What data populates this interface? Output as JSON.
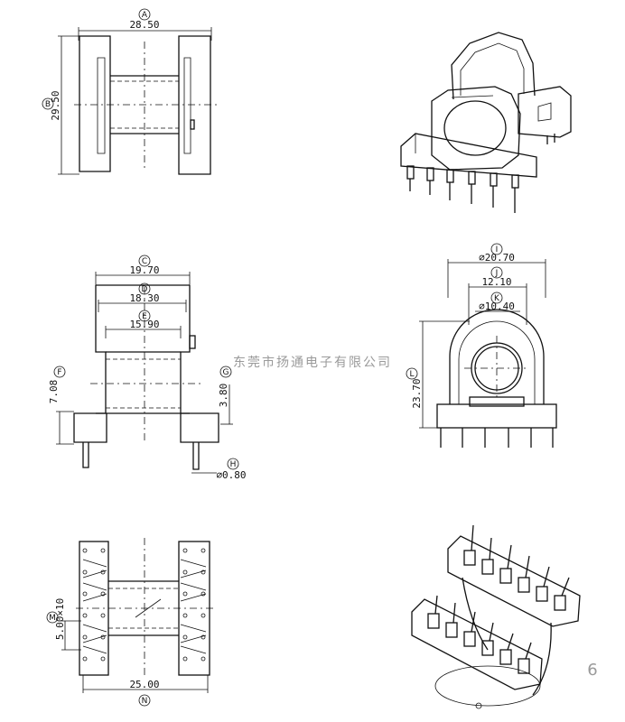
{
  "watermark": "东莞市扬通电子有限公司",
  "page_number": "6",
  "dimensions": {
    "A": {
      "marker": "A",
      "value": "28.50"
    },
    "B": {
      "marker": "B",
      "value": "29.50"
    },
    "C": {
      "marker": "C",
      "value": "19.70"
    },
    "D": {
      "marker": "D",
      "value": "18.30"
    },
    "E": {
      "marker": "E",
      "value": "15.90"
    },
    "F": {
      "marker": "F",
      "value": "7.08"
    },
    "G": {
      "marker": "G",
      "value": "3.80"
    },
    "H": {
      "marker": "H",
      "value": "⌀0.80"
    },
    "I": {
      "marker": "I",
      "value": "⌀20.70"
    },
    "J": {
      "marker": "J",
      "value": "12.10"
    },
    "K": {
      "marker": "K",
      "value": "⌀10.40"
    },
    "L": {
      "marker": "L",
      "value": "23.70"
    },
    "M": {
      "marker": "M",
      "value": "5.00×10"
    },
    "N": {
      "marker": "N",
      "value": "25.00"
    }
  }
}
